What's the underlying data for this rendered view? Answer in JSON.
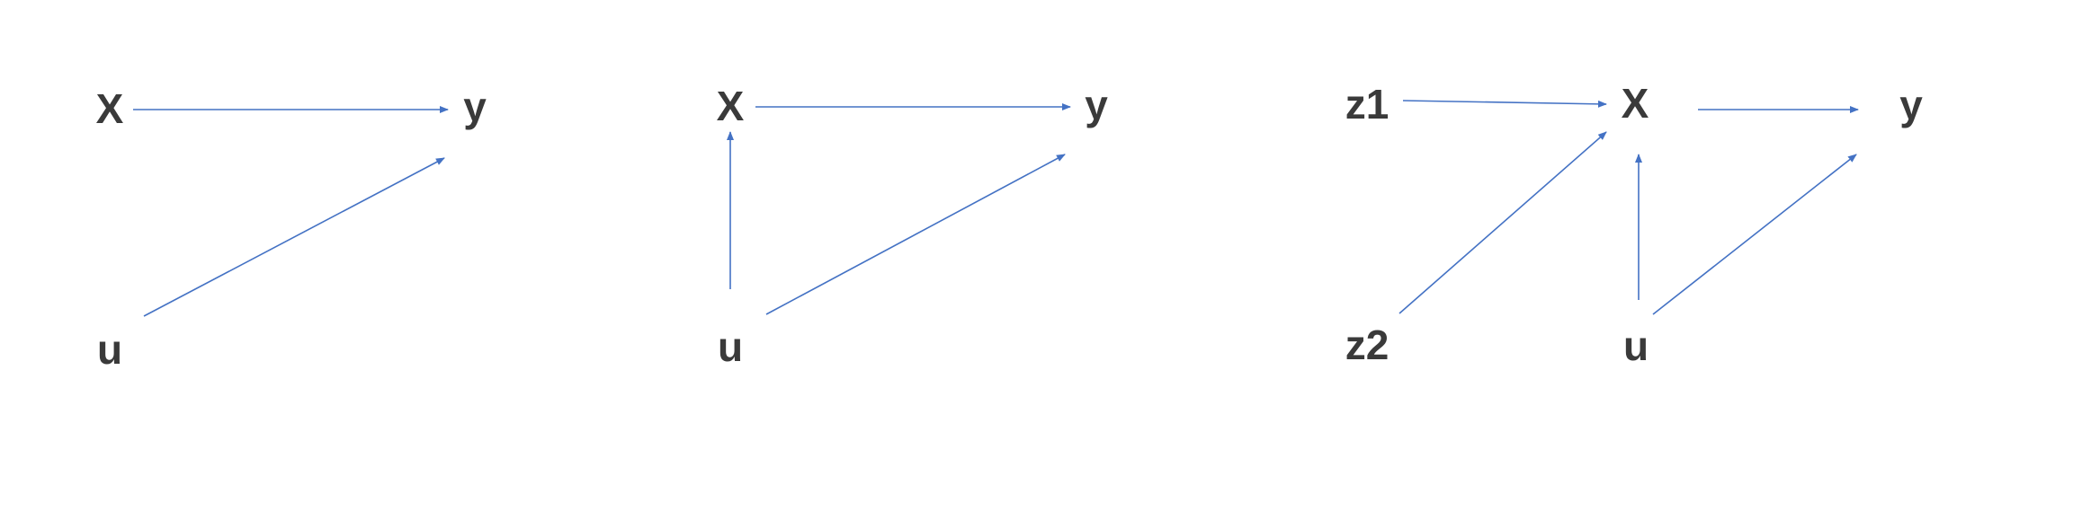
{
  "colors": {
    "edge": "#4472C4",
    "text": "#3a3a3a",
    "background": "#ffffff"
  },
  "diagrams": [
    {
      "nodes": [
        {
          "id": "x",
          "label": "X"
        },
        {
          "id": "y",
          "label": "y"
        },
        {
          "id": "u",
          "label": "u"
        }
      ],
      "edges": [
        {
          "from": "x",
          "to": "y"
        },
        {
          "from": "u",
          "to": "y"
        }
      ]
    },
    {
      "nodes": [
        {
          "id": "x",
          "label": "X"
        },
        {
          "id": "y",
          "label": "y"
        },
        {
          "id": "u",
          "label": "u"
        }
      ],
      "edges": [
        {
          "from": "x",
          "to": "y"
        },
        {
          "from": "u",
          "to": "x"
        },
        {
          "from": "u",
          "to": "y"
        }
      ]
    },
    {
      "nodes": [
        {
          "id": "z1",
          "label": "z1"
        },
        {
          "id": "x",
          "label": "X"
        },
        {
          "id": "y",
          "label": "y"
        },
        {
          "id": "z2",
          "label": "z2"
        },
        {
          "id": "u",
          "label": "u"
        }
      ],
      "edges": [
        {
          "from": "z1",
          "to": "x"
        },
        {
          "from": "x",
          "to": "y"
        },
        {
          "from": "z2",
          "to": "x"
        },
        {
          "from": "u",
          "to": "x"
        },
        {
          "from": "u",
          "to": "y"
        }
      ]
    }
  ]
}
